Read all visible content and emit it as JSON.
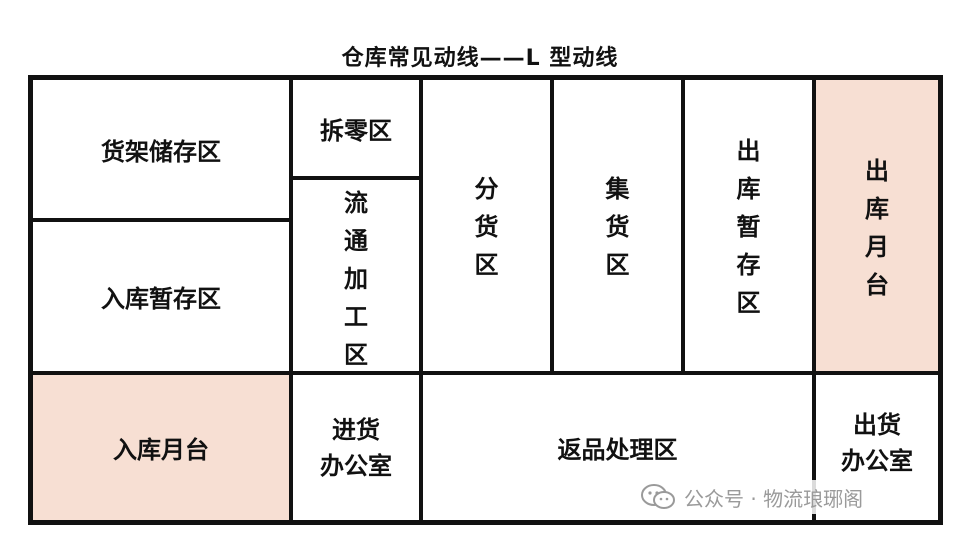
{
  "title": "仓库常见动线——L 型动线",
  "zones": {
    "shelf_storage": "货架储存区",
    "unpacking": "拆零区",
    "inbound_temp_storage": "入库暂存区",
    "distribution_processing": [
      "流",
      "通",
      "加",
      "工",
      "区"
    ],
    "sorting": [
      "分",
      "货",
      "区"
    ],
    "consolidation": [
      "集",
      "货",
      "区"
    ],
    "outbound_temp_storage": [
      "出",
      "库",
      "暂",
      "存",
      "区"
    ],
    "outbound_dock": [
      "出",
      "库",
      "月",
      "台"
    ],
    "inbound_dock": "入库月台",
    "receiving_office": [
      "进货",
      "办公室"
    ],
    "returns_processing": "返品处理区",
    "shipping_office": [
      "出货",
      "办公室"
    ]
  },
  "colors": {
    "dock_fill": "#f7dfd3",
    "line": "#111111"
  },
  "watermark": {
    "icon": "wechat-icon",
    "text": "公众号 · 物流琅琊阁"
  }
}
